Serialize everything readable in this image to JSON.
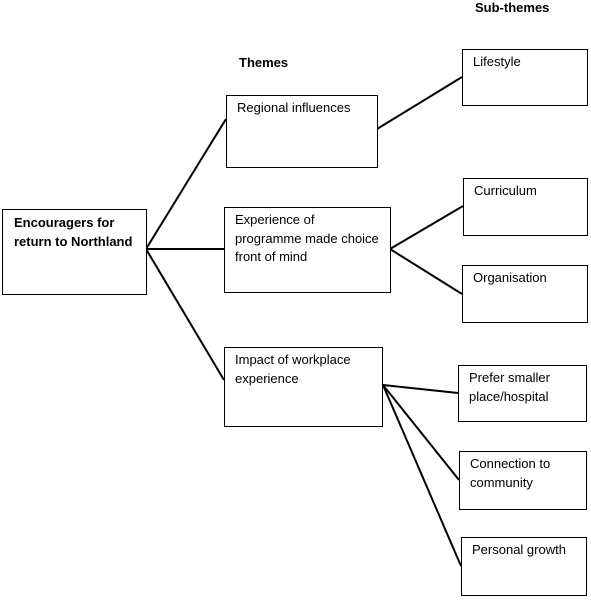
{
  "headings": {
    "themes": "Themes",
    "sub_themes": "Sub-themes"
  },
  "root": {
    "label": "Encouragers for return to Northland"
  },
  "themes": [
    {
      "label": "Regional influences",
      "sub_themes": [
        {
          "label": "Lifestyle"
        }
      ]
    },
    {
      "label": "Experience of programme made choice front of mind",
      "sub_themes": [
        {
          "label": "Curriculum"
        },
        {
          "label": "Organisation"
        }
      ]
    },
    {
      "label": "Impact of workplace experience",
      "sub_themes": [
        {
          "label": "Prefer smaller place/hospital"
        },
        {
          "label": "Connection to community"
        },
        {
          "label": "Personal growth"
        }
      ]
    }
  ],
  "colors": {
    "line": "#000000",
    "box_border": "#000000",
    "background": "#ffffff"
  }
}
